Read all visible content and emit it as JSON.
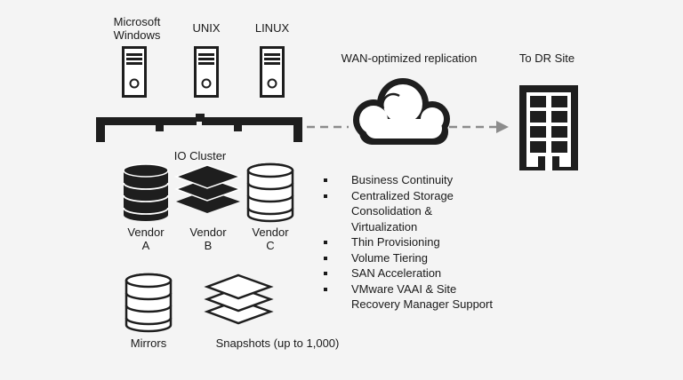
{
  "servers": [
    {
      "label": "Microsoft\nWindows"
    },
    {
      "label": "UNIX"
    },
    {
      "label": "LINUX"
    }
  ],
  "replication_label": "WAN-optimized replication",
  "dr_site_label": "To DR Site",
  "io_cluster_label": "IO Cluster",
  "vendors": [
    {
      "label": "Vendor\nA"
    },
    {
      "label": "Vendor\nB"
    },
    {
      "label": "Vendor\nC"
    }
  ],
  "features": [
    "Business Continuity",
    "Centralized Storage\nConsolidation &\nVirtualization",
    "Thin Provisioning",
    "Volume Tiering",
    "SAN Acceleration",
    "VMware VAAI & Site\nRecovery Manager Support"
  ],
  "mirrors_label": "Mirrors",
  "snapshots_label": "Snapshots (up to 1,000)",
  "colors": {
    "dark": "#1e1e1e",
    "mid": "#8c8c8c",
    "light": "#ffffff",
    "bg": "#f4f4f4"
  }
}
